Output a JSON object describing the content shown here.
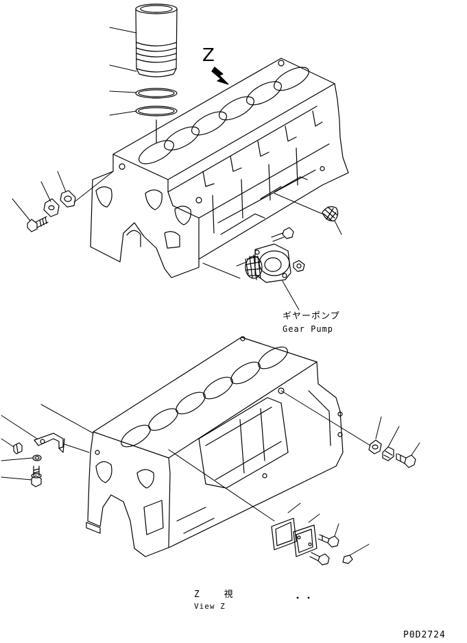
{
  "labels": {
    "view_arrow": "Z",
    "gear_pump_jp": "ギヤーポンプ",
    "gear_pump_en": "Gear Pump",
    "view_z_jp": "Z 視",
    "view_z_en": "View Z",
    "drawing_code": "P0D2724"
  },
  "colors": {
    "line": "#000000",
    "background": "#ffffff"
  }
}
